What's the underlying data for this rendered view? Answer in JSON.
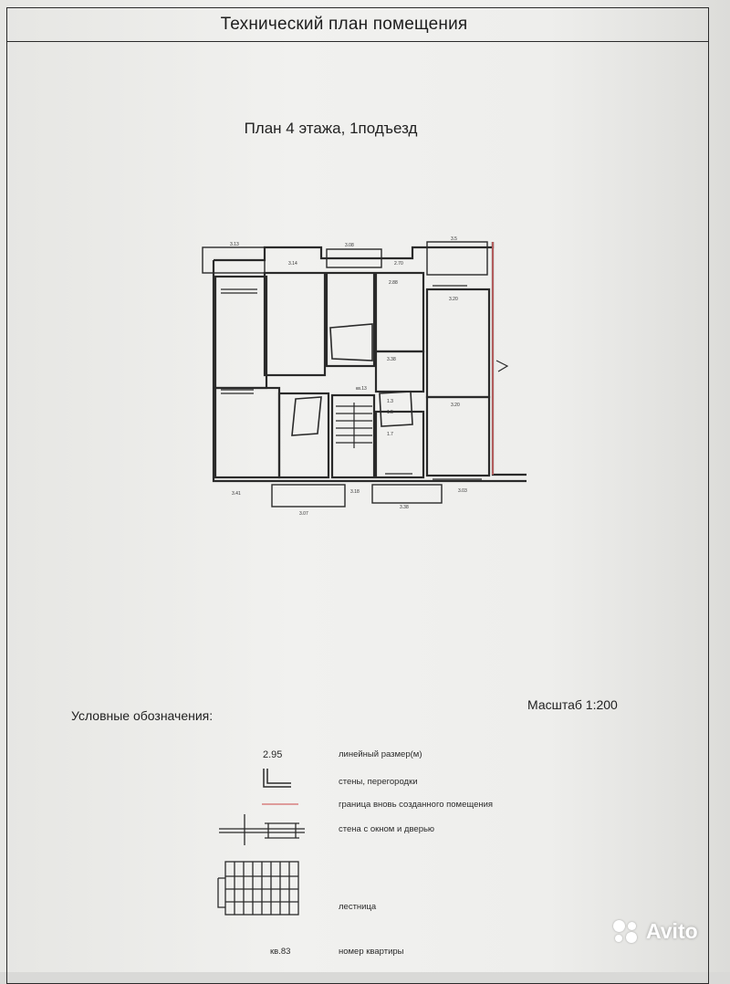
{
  "document": {
    "title": "Технический план помещения",
    "plan_title": "План 4 этажа, 1подъезд",
    "scale": "Масштаб 1:200"
  },
  "plan_labels": {
    "top": [
      "3.13",
      "3.14",
      "3.08",
      "2.70",
      "3.5"
    ],
    "bottom": [
      "3.41",
      "3.07",
      "3.18",
      "3.38",
      "3.03"
    ],
    "room": [
      "2.88",
      "3.20",
      "3.38",
      "3.20",
      "1.3",
      "1.5",
      "1.7"
    ],
    "stair": "кв.13"
  },
  "legend": {
    "heading": "Условные обозначения:",
    "items": [
      {
        "sample": "2.95",
        "text": "линейный размер(м)"
      },
      {
        "sample": "",
        "text": "стены, перегородки"
      },
      {
        "sample": "",
        "text": "граница вновь созданного помещения"
      },
      {
        "sample": "",
        "text": "стена с окном и дверью"
      },
      {
        "sample": "",
        "text": "лестница"
      },
      {
        "sample": "кв.83",
        "text": "номер квартиры"
      }
    ],
    "boundary_color": "#d46a6a"
  },
  "watermark": {
    "brand": "Avito"
  }
}
